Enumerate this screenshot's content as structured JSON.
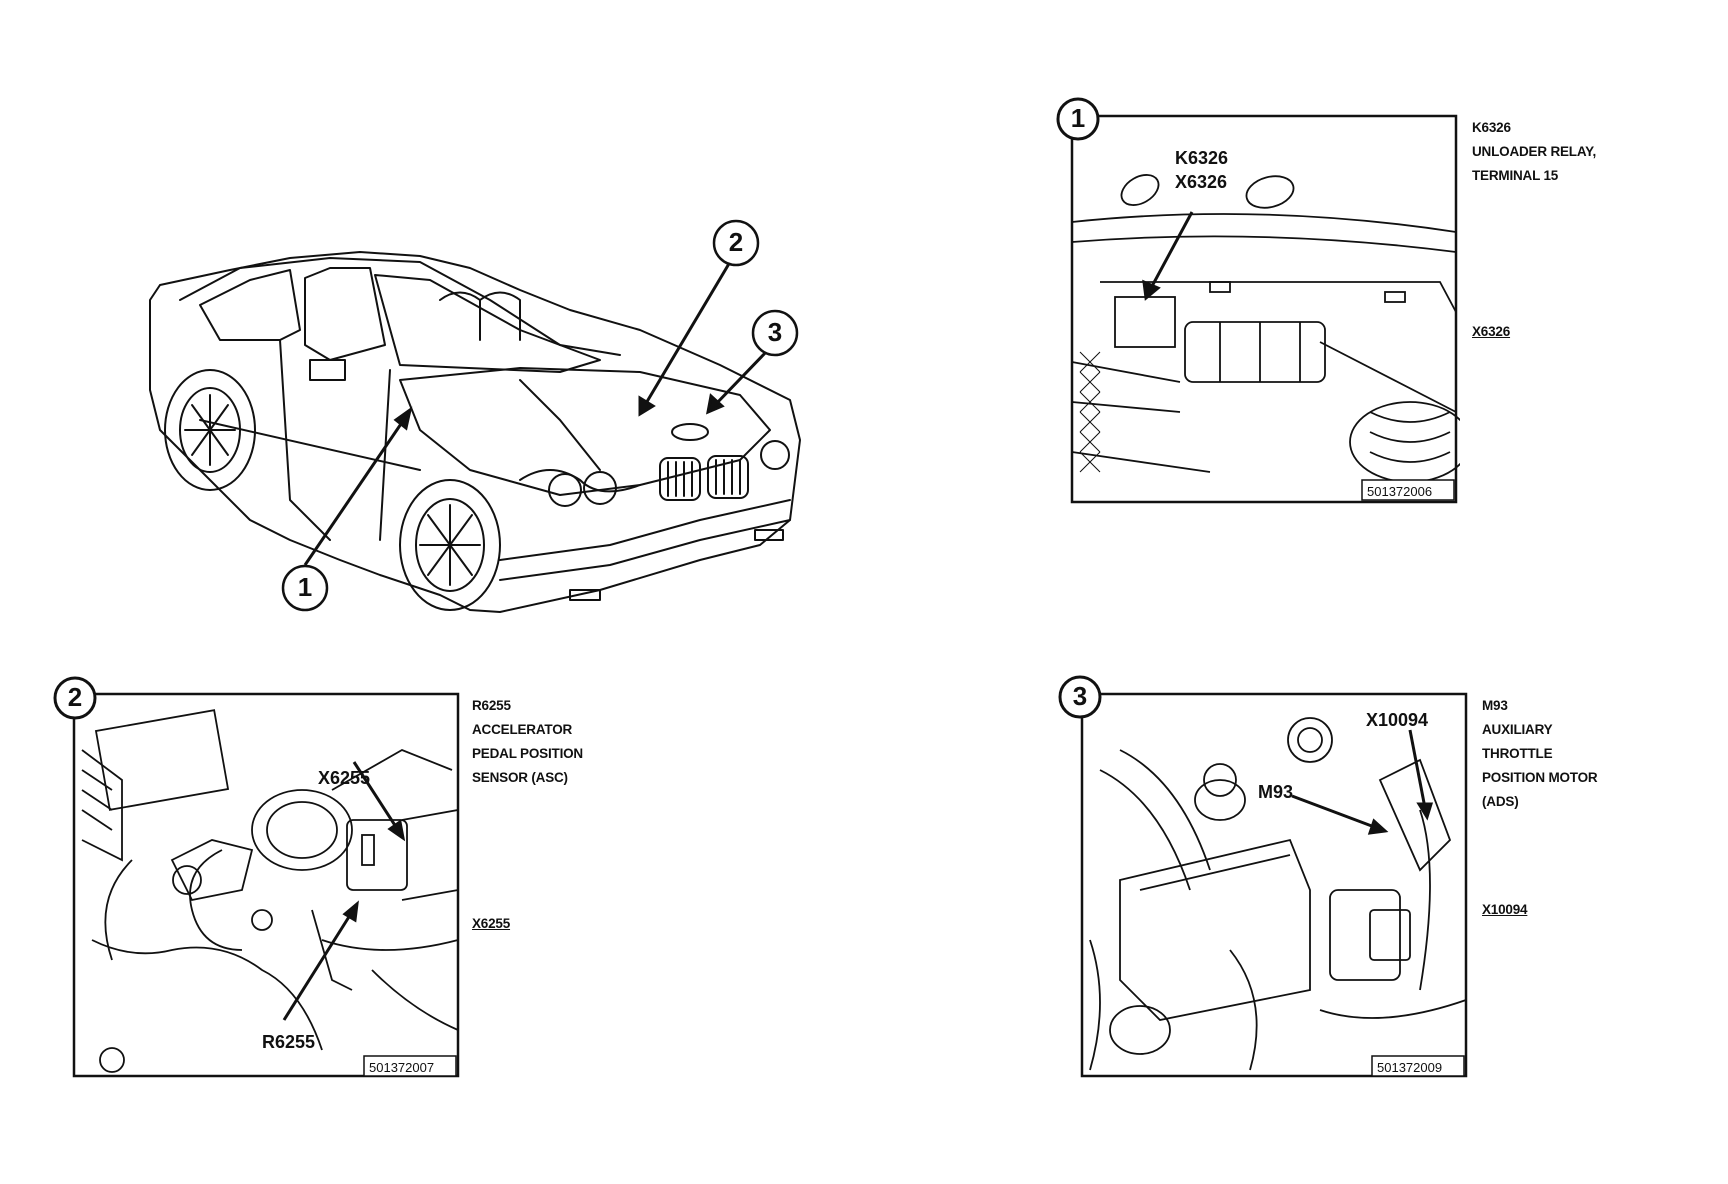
{
  "overview": {
    "callouts": [
      "1",
      "2",
      "3"
    ]
  },
  "panel1": {
    "badge": "1",
    "callout_lines": [
      "K6326",
      "X6326"
    ],
    "figure_number": "501372006",
    "legend": {
      "component_id": "K6326",
      "component_desc_lines": [
        "UNLOADER RELAY,",
        "TERMINAL 15"
      ],
      "connector_id": "X6326"
    }
  },
  "panel2": {
    "badge": "2",
    "callout_top": "X6255",
    "callout_bottom": "R6255",
    "figure_number": "501372007",
    "legend": {
      "component_id": "R6255",
      "component_desc_lines": [
        "ACCELERATOR",
        "PEDAL POSITION",
        "SENSOR (ASC)"
      ],
      "connector_id": "X6255"
    }
  },
  "panel3": {
    "badge": "3",
    "callout_top": "X10094",
    "callout_mid": "M93",
    "figure_number": "501372009",
    "legend": {
      "component_id": "M93",
      "component_desc_lines": [
        "AUXILIARY",
        "THROTTLE",
        "POSITION MOTOR",
        "(ADS)"
      ],
      "connector_id": "X10094"
    }
  },
  "colors": {
    "ink": "#111111",
    "paper": "#ffffff"
  }
}
